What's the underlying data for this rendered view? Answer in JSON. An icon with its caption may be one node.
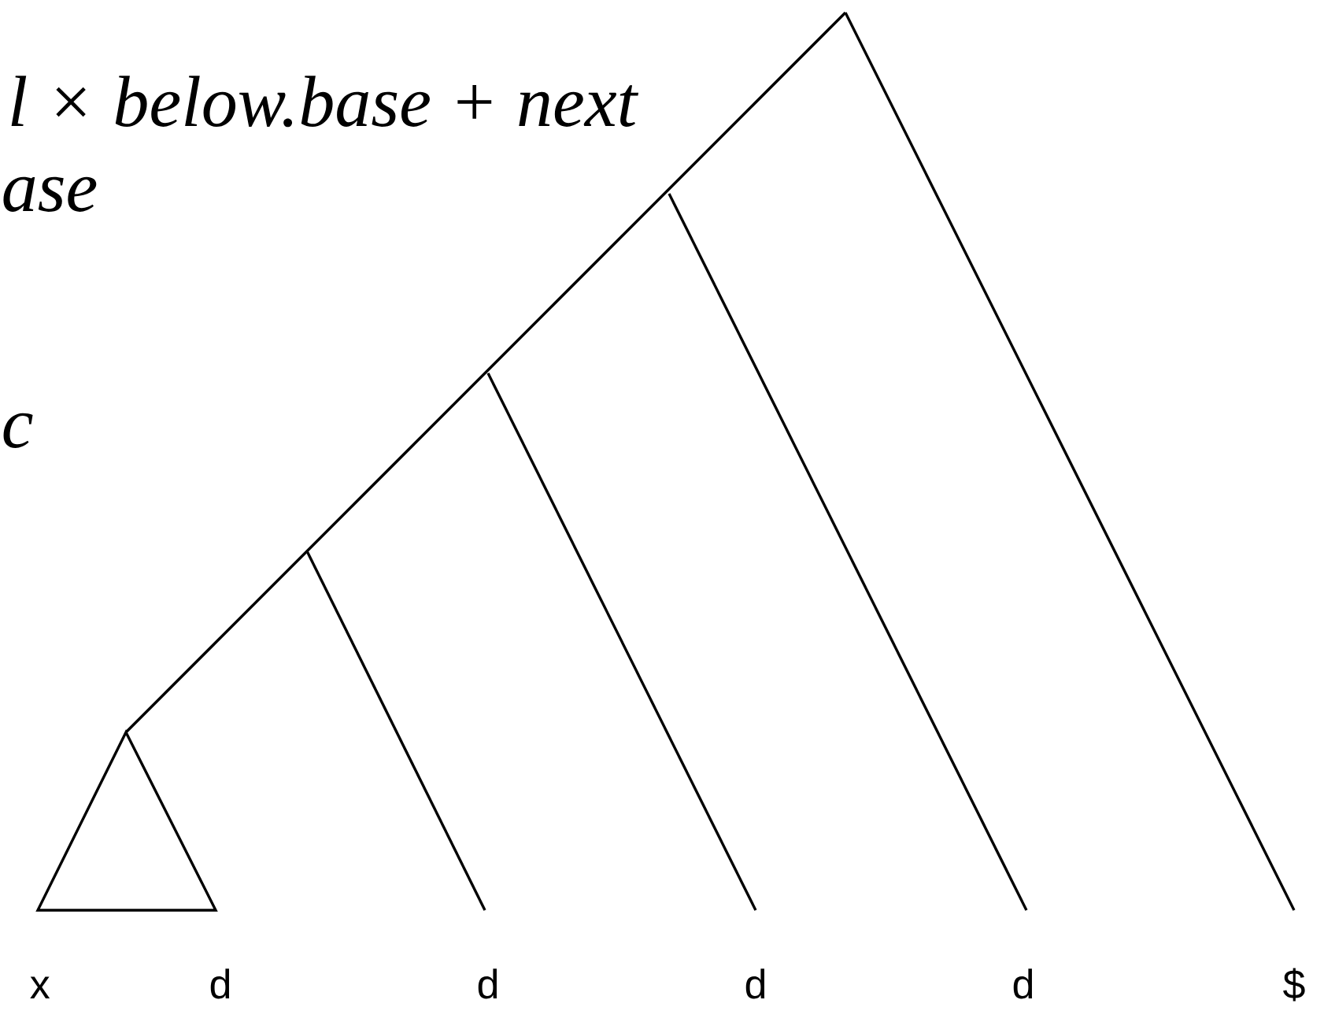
{
  "diagram": {
    "labels": [
      "l × below.base + next",
      "ase",
      "c",
      "x",
      "d",
      "d",
      "d",
      "d",
      "$"
    ]
  }
}
